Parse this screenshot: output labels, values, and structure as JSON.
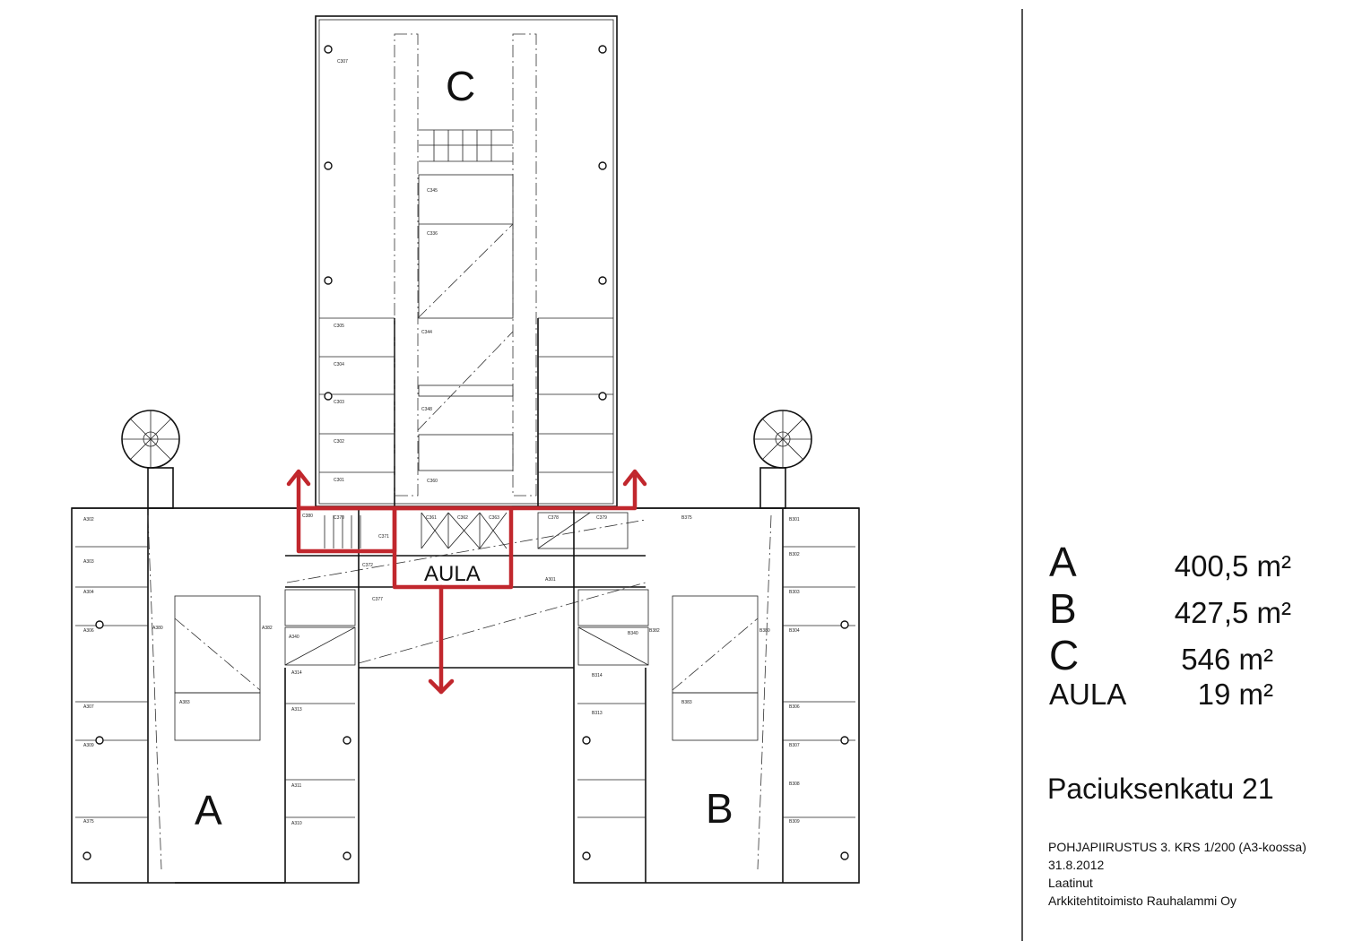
{
  "plan": {
    "wings": {
      "a": "A",
      "b": "B",
      "c": "C"
    },
    "aula_label": "AULA",
    "room_labels": [
      "C307",
      "C345",
      "C336",
      "C380",
      "C305",
      "C304",
      "C303",
      "C302",
      "C301",
      "C344",
      "C348",
      "C360",
      "C361",
      "C362",
      "C363",
      "C378",
      "C379",
      "C370",
      "C371",
      "C372",
      "C377",
      "A301",
      "A302",
      "A303",
      "A304",
      "A306",
      "A307",
      "A309",
      "A375",
      "A380",
      "A382",
      "A383",
      "A340",
      "A314",
      "A313",
      "A311",
      "A310",
      "B301",
      "B302",
      "B303",
      "B304",
      "B306",
      "B307",
      "B308",
      "B309",
      "B375",
      "B380",
      "B382",
      "B383",
      "B340",
      "B314",
      "B313"
    ],
    "accent_color": "#c1272d"
  },
  "areas": [
    {
      "key": "A",
      "value": "400,5 m²"
    },
    {
      "key": "B",
      "value": "427,5 m²"
    },
    {
      "key": "C",
      "value": "546 m²"
    },
    {
      "key": "AULA",
      "value": "19 m²"
    }
  ],
  "address": "Paciuksenkatu 21",
  "meta": {
    "title": "POHJAPIIRUSTUS 3. KRS 1/200 (A3-koossa)",
    "date": "31.8.2012",
    "prepared_label": "Laatinut",
    "author": "Arkkitehtitoimisto Rauhalammi Oy"
  }
}
